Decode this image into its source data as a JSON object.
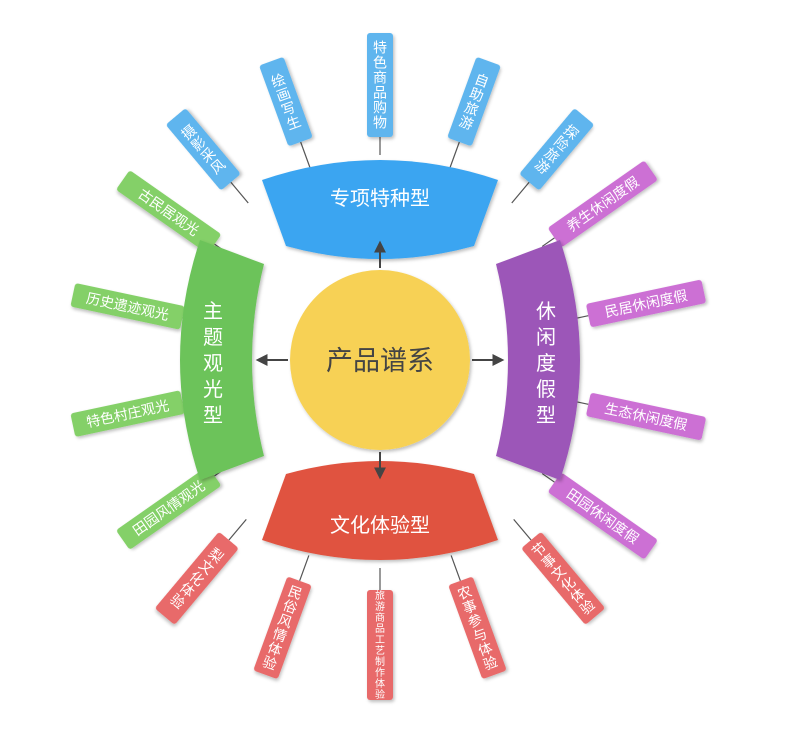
{
  "center": {
    "label": "产品谱系"
  },
  "categories": {
    "top": {
      "label": "专项特种型",
      "color": "#3aa5f1",
      "items": [
        "摄影采风",
        "绘画写生",
        "特色商品购物",
        "自助旅游",
        "探险旅游"
      ]
    },
    "right": {
      "label": "休闲度假型",
      "color": "#9c57b8",
      "items": [
        "养生休闲度假",
        "民居休闲度假",
        "生态休闲度假",
        "田园休闲度假"
      ]
    },
    "bottom": {
      "label": "文化体验型",
      "color": "#e0533f",
      "items": [
        "梨文化体验",
        "民俗风情体验",
        "旅游商品工艺制作体验",
        "农事参与体验",
        "节事文化体验"
      ]
    },
    "left": {
      "label": "主题观光型",
      "color": "#6cc35a",
      "items": [
        "古民居观光",
        "历史遗迹观光",
        "特色村庄观光",
        "田园风情观光"
      ]
    }
  },
  "leaf_colors": {
    "top": "#5eb5ee",
    "right": "#cc6fd4",
    "bottom": "#e86a6a",
    "left": "#84d067"
  },
  "center_color": "#f7d154",
  "connector_color": "#555555"
}
